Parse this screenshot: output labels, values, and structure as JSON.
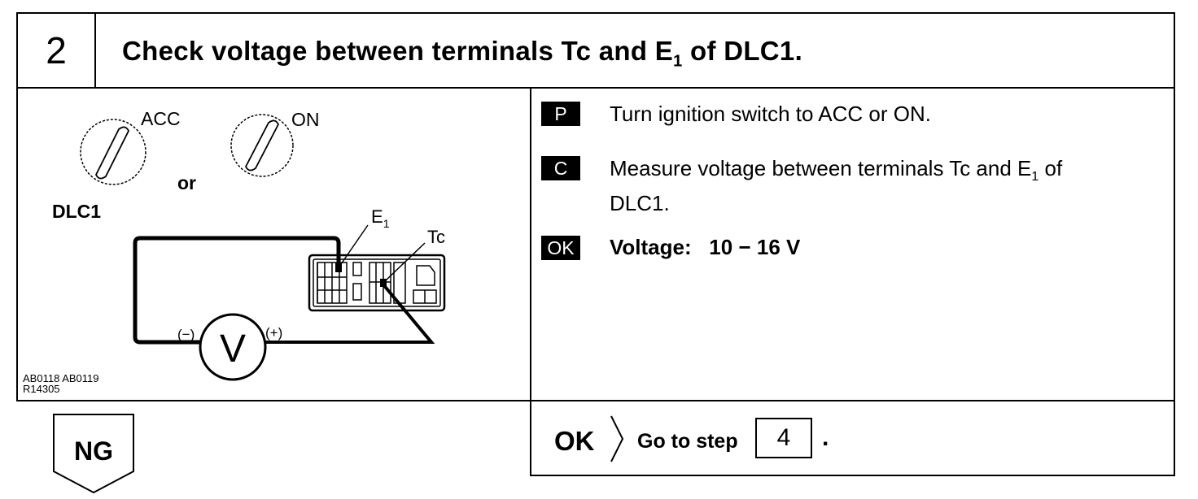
{
  "header": {
    "step_number": "2",
    "title_main": "Check voltage between terminals Tc and E",
    "title_sub": "1",
    "title_end": " of DLC1."
  },
  "illustration": {
    "acc_label": "ACC",
    "on_label": "ON",
    "or_label": "or",
    "dlc_label": "DLC1",
    "e1_main": "E",
    "e1_sub": "1",
    "tc_label": "Tc",
    "neg_label": "(−)",
    "pos_label": "(+)",
    "meter_label": "V",
    "ref_line1": "AB0118 AB0119",
    "ref_line2": "R14305"
  },
  "procedure": {
    "p_tag": "P",
    "p_text": "Turn ignition switch to ACC or ON.",
    "c_tag": "C",
    "c_text_main": "Measure voltage between terminals Tc and E",
    "c_text_sub": "1",
    "c_text_end": " of",
    "c_text_line2": "DLC1.",
    "ok_tag": "OK",
    "ok_text": "Voltage:   10 − 16 V"
  },
  "results": {
    "ng_label": "NG",
    "ok_label": "OK",
    "go_text": "Go to step",
    "step_ref": "4",
    "period": "."
  }
}
